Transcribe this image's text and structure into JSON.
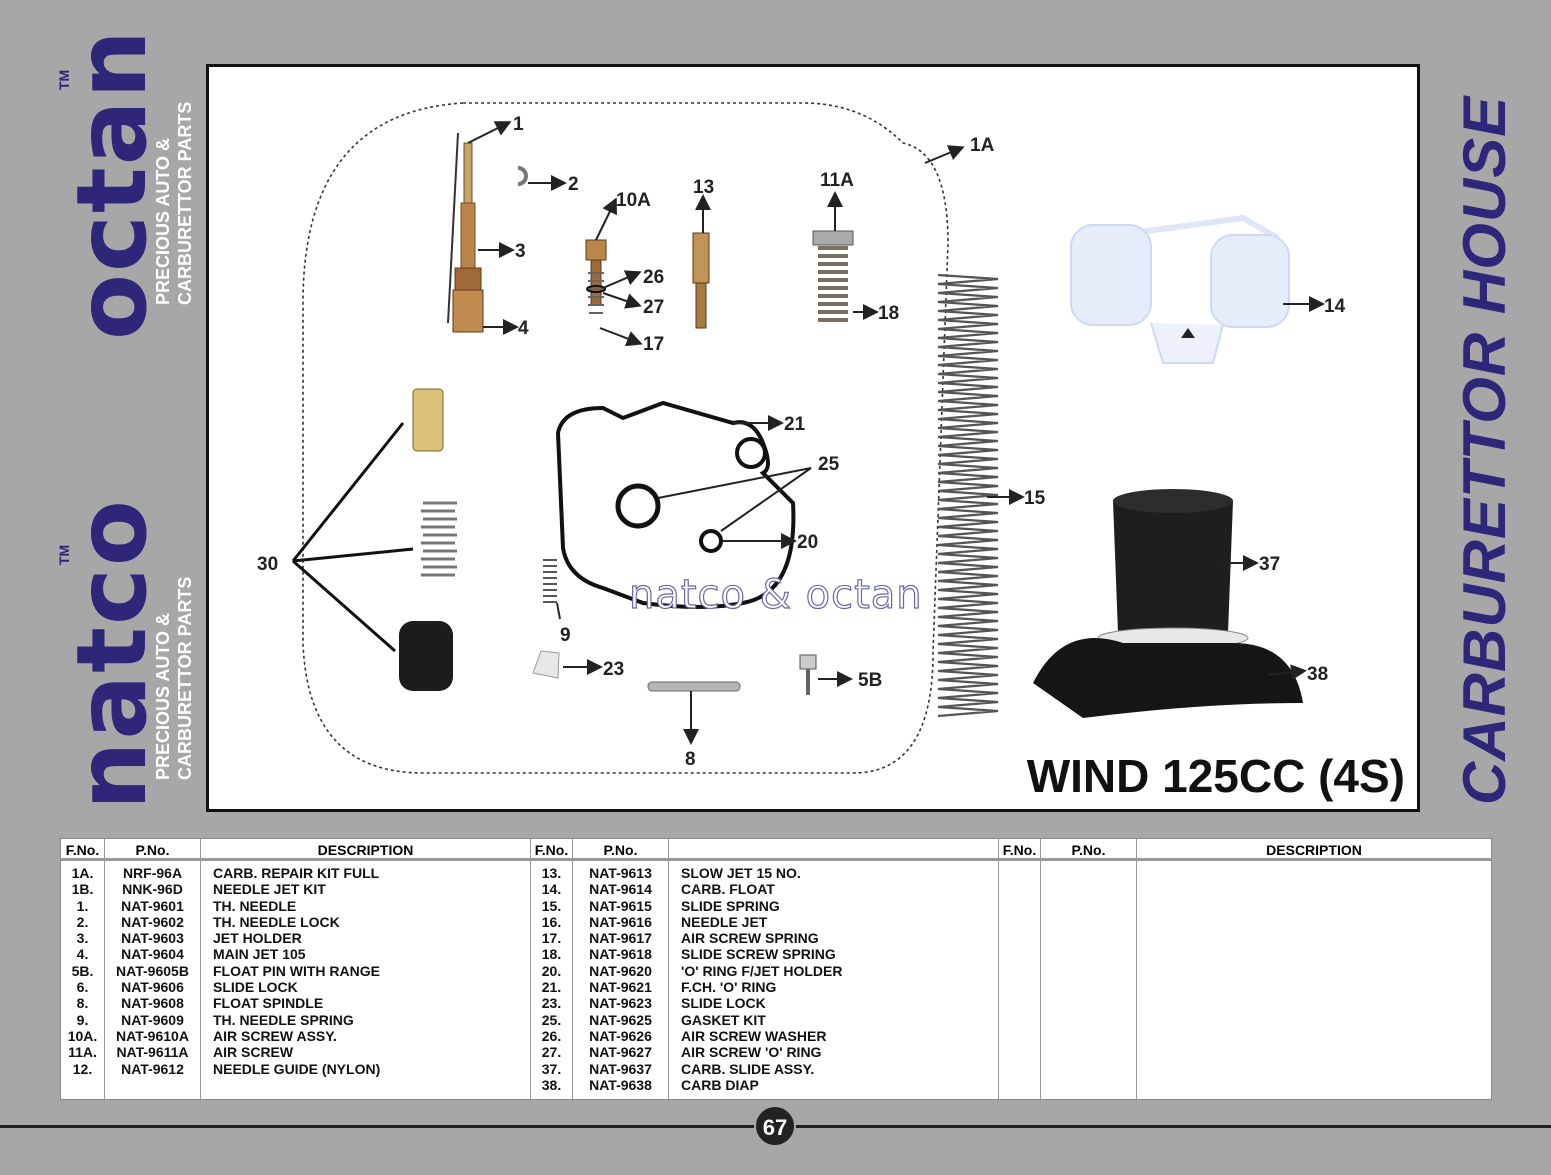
{
  "brand_top": {
    "logo": "octan",
    "tm": "TM",
    "tagline_1": "PRECIOUS AUTO &",
    "tagline_2": "CARBURETTOR PARTS"
  },
  "brand_bottom": {
    "logo": "natco",
    "tm": "TM",
    "tagline_1": "PRECIOUS AUTO &",
    "tagline_2": "CARBURETTOR PARTS"
  },
  "side_title": "CARBURETTOR HOUSE",
  "model_title": "WIND 125CC (4S)",
  "watermark": "natco & octan",
  "callouts": [
    "1",
    "1A",
    "2",
    "3",
    "4",
    "10A",
    "26",
    "27",
    "17",
    "13",
    "11A",
    "18",
    "14",
    "21",
    "25",
    "15",
    "20",
    "30",
    "9",
    "23",
    "5B",
    "8",
    "37",
    "38"
  ],
  "table": {
    "headers": {
      "fno": "F.No.",
      "pno": "P.No.",
      "desc": "DESCRIPTION"
    },
    "col1": {
      "fno": [
        "1A.",
        "1B.",
        "1.",
        "2.",
        "3.",
        "4.",
        "5B.",
        "6.",
        "8.",
        "9.",
        "10A.",
        "11A.",
        "12."
      ],
      "pno": [
        "NRF-96A",
        "NNK-96D",
        "NAT-9601",
        "NAT-9602",
        "NAT-9603",
        "NAT-9604",
        "NAT-9605B",
        "NAT-9606",
        "NAT-9608",
        "NAT-9609",
        "NAT-9610A",
        "NAT-9611A",
        "NAT-9612"
      ],
      "desc": [
        "CARB. REPAIR KIT FULL",
        "NEEDLE JET KIT",
        "TH. NEEDLE",
        "TH. NEEDLE LOCK",
        "JET HOLDER",
        "MAIN JET 105",
        "FLOAT PIN WITH RANGE",
        "SLIDE LOCK",
        "FLOAT SPINDLE",
        "TH. NEEDLE SPRING",
        "AIR SCREW ASSY.",
        "AIR SCREW",
        "NEEDLE GUIDE (NYLON)"
      ]
    },
    "col2": {
      "fno": [
        "13.",
        "14.",
        "15.",
        "16.",
        "17.",
        "18.",
        "20.",
        "21.",
        "23.",
        "25.",
        "26.",
        "27.",
        "37.",
        "38."
      ],
      "pno": [
        "NAT-9613",
        "NAT-9614",
        "NAT-9615",
        "NAT-9616",
        "NAT-9617",
        "NAT-9618",
        "NAT-9620",
        "NAT-9621",
        "NAT-9623",
        "NAT-9625",
        "NAT-9626",
        "NAT-9627",
        "NAT-9637",
        "NAT-9638"
      ],
      "desc": [
        "SLOW JET 15 NO.",
        "CARB. FLOAT",
        "SLIDE SPRING",
        "NEEDLE JET",
        "AIR SCREW SPRING",
        "SLIDE SCREW SPRING",
        "'O' RING F/JET HOLDER",
        "F.CH. 'O' RING",
        "SLIDE LOCK",
        "GASKET KIT",
        "AIR SCREW WASHER",
        "AIR SCREW 'O' RING",
        "CARB. SLIDE ASSY.",
        "CARB DIAP"
      ]
    }
  },
  "page_number": "67"
}
